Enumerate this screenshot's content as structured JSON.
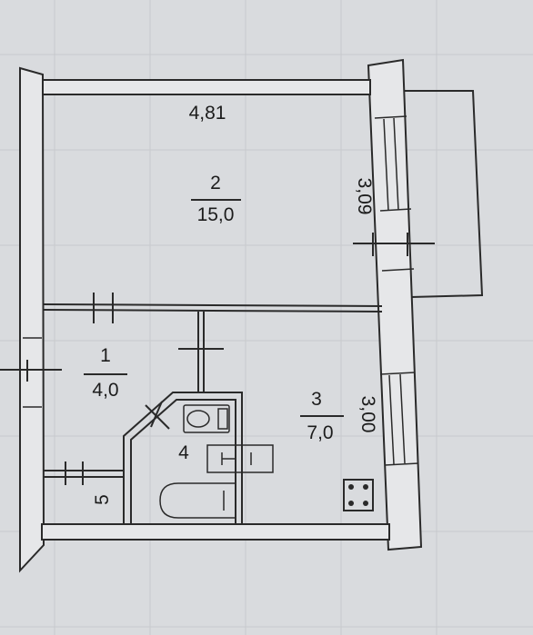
{
  "rooms": [
    {
      "id": "room-1",
      "number": "1",
      "area": "4,0"
    },
    {
      "id": "room-2",
      "number": "2",
      "area": "15,0"
    },
    {
      "id": "room-3",
      "number": "3",
      "area": "7,0"
    },
    {
      "id": "room-4",
      "number": "4"
    },
    {
      "id": "room-5",
      "number": "5"
    }
  ],
  "dimensions": {
    "top_width": "4,81",
    "right_upper": "3,09",
    "right_lower": "3,00"
  },
  "colors": {
    "paper": "#d7d9dc",
    "wall_fill": "#e6e7e9",
    "ink": "#2a2a2a"
  }
}
